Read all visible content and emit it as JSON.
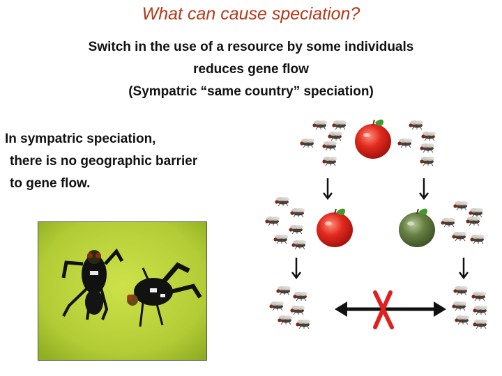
{
  "slide": {
    "title": "What can cause speciation?",
    "subtitle_lines": [
      "Switch in the use of a resource by some individuals",
      "reduces gene flow",
      "(Sympatric “same country” speciation)"
    ],
    "body_lines": [
      "In sympatric speciation,",
      "there is no geographic barrier",
      "to gene flow."
    ]
  },
  "colors": {
    "title": "#b33a1a",
    "red_apple": "#d9241b",
    "green_apple": "#5f7a3a",
    "x_mark": "#e02020",
    "photo_background": "#b9d23c"
  },
  "icons": [
    "fly-icon",
    "red-apple-icon",
    "green-apple-icon",
    "down-arrow-icon",
    "double-arrow-icon",
    "x-mark-icon"
  ]
}
